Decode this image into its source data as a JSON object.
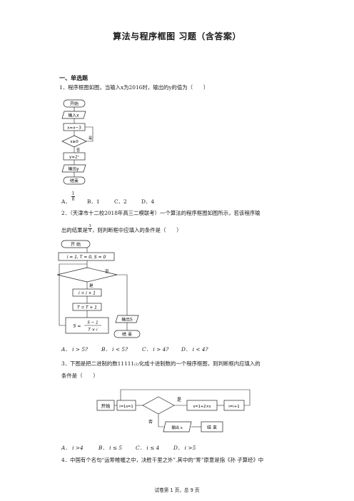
{
  "title": "算法与程序框图 习题（含答案）",
  "section": "一、单选题",
  "q1": {
    "stem": "1．程序框图如图，当输入x为2016时，输出的y的值为（　　）",
    "flow": {
      "start": "开始",
      "input": "输入x",
      "assign": "x=x−3",
      "cond": "x≥0",
      "yes": "是",
      "no": "否",
      "calc": "y=2ˣ",
      "output": "输出y",
      "end": "结束"
    },
    "options": [
      "A．",
      "B．1",
      "C．2",
      "D．4"
    ],
    "optA_num": "1",
    "optA_den": "8"
  },
  "q2": {
    "line1": "2．（天津市十二校2018年高三二模联考）一个算法的程序框图如图所示，若该程序输",
    "line2a": "出的结果是",
    "frac_num": "3",
    "frac_den": "4",
    "line2b": "，则判断框中应填入的条件是（　　）",
    "flow": {
      "start": "开 始",
      "init": "i = 1, T = 0, S = 0",
      "no": "否",
      "yes": "是",
      "s1": "i = i + 1",
      "s2": "T = T + 1",
      "s3_left": "S =",
      "s3_top": "S − 1",
      "s3_bot": "T × i",
      "output": "输出S",
      "end": "结 束"
    },
    "options": [
      "A．  i > 5?",
      "B．  i < 5?",
      "C．  i > 4?",
      "D．  i < 4?"
    ]
  },
  "q3": {
    "line1": "3．下图是把二进制的数11111₍₂₎化成十进制数的一个程序框图，则判断框内应填入的",
    "line2": "条件是（　　）",
    "flow": {
      "start": "开始",
      "init": "i=1s=1",
      "yes": "是",
      "assign": "s=1+2×s",
      "incr": "i=i+1",
      "no": "否",
      "output": "输出 s",
      "end": "结 束"
    },
    "options": [
      "A．  i >4",
      "B．  i ≤ 5",
      "C．  i ≤ 4",
      "D．  i >5"
    ]
  },
  "q4": {
    "line1": "4．中国有个名句“运筹帷幄之中，决胜千里之外”.其中的“筹”原意是指《孙 子算经》中"
  },
  "footer": "试卷第 1 页，总 9 页"
}
